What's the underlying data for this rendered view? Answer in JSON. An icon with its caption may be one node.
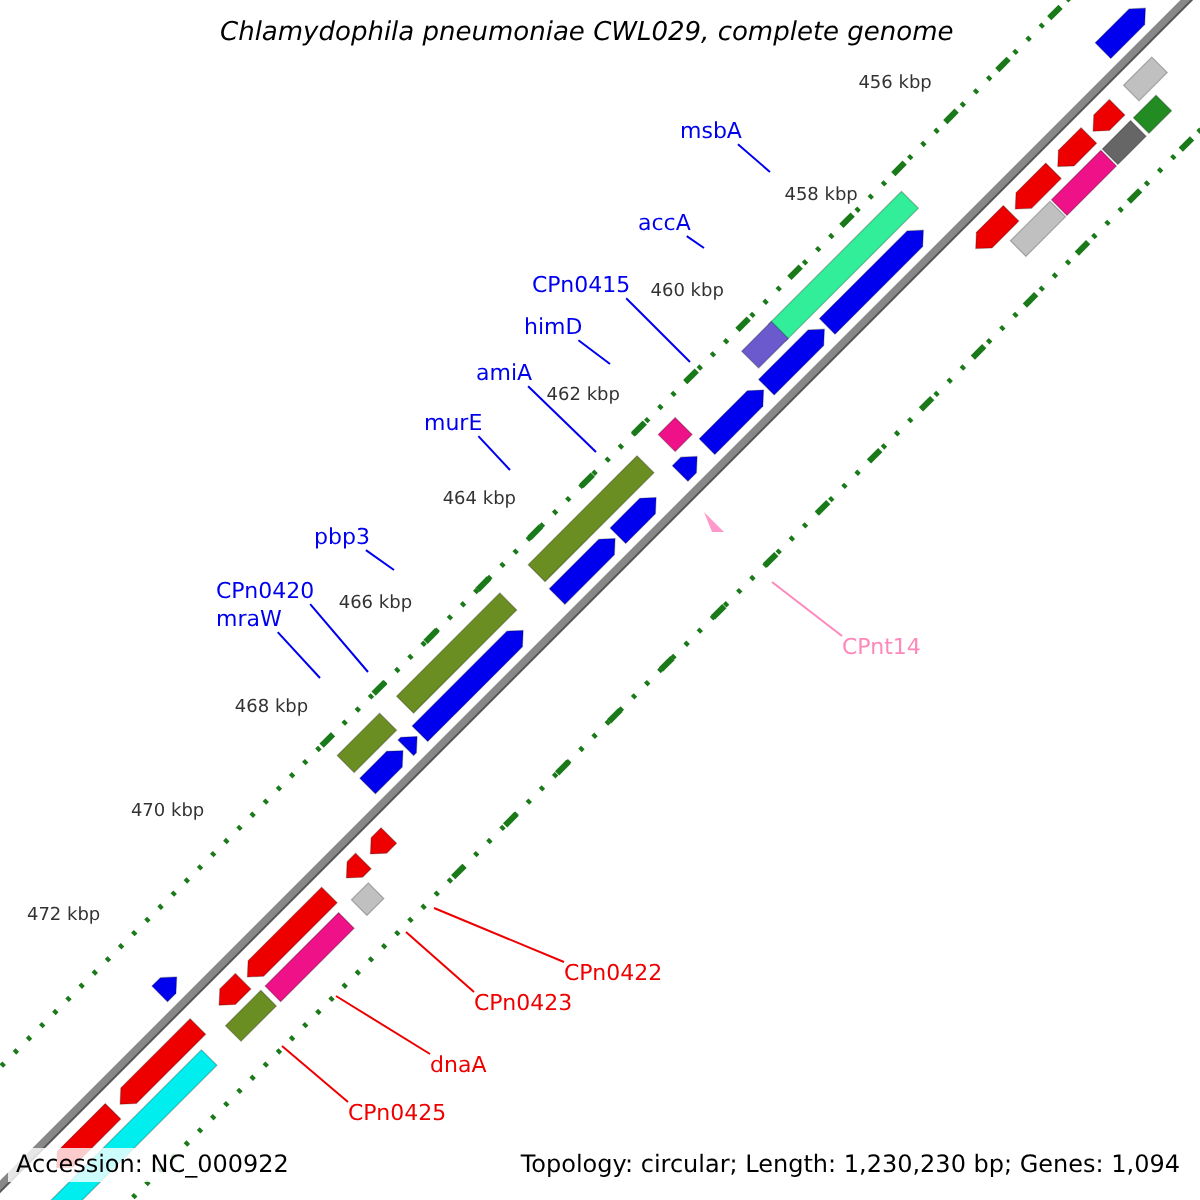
{
  "diagram": {
    "title": "Chlamydophila pneumoniae CWL029, complete genome",
    "nodes": [
      {
        "text": [
          "msbA"
        ]
      },
      {
        "text": [
          "accA"
        ]
      },
      {
        "text": [
          "CPn0415"
        ]
      },
      {
        "text": [
          "himD"
        ]
      },
      {
        "text": [
          "amiA"
        ]
      },
      {
        "text": [
          "murE"
        ]
      },
      {
        "text": [
          "pbp3"
        ]
      },
      {
        "text": [
          "CPn0420"
        ]
      },
      {
        "text": [
          "mraW"
        ]
      },
      {
        "text": [
          "CPnt14"
        ]
      },
      {
        "text": [
          "CPn0422"
        ]
      },
      {
        "text": [
          "CPn0423"
        ]
      },
      {
        "text": [
          "dnaA"
        ]
      },
      {
        "text": [
          "CPn0425"
        ]
      }
    ],
    "edges": [
      {
        "from": 0,
        "to": null,
        "arrow": "none"
      },
      {
        "from": 1,
        "to": null,
        "arrow": "none"
      },
      {
        "from": 2,
        "to": null,
        "arrow": "none"
      },
      {
        "from": 3,
        "to": null,
        "arrow": "none"
      },
      {
        "from": 4,
        "to": null,
        "arrow": "none"
      },
      {
        "from": 5,
        "to": null,
        "arrow": "none"
      },
      {
        "from": 6,
        "to": null,
        "arrow": "none"
      },
      {
        "from": 7,
        "to": null,
        "arrow": "none"
      },
      {
        "from": 8,
        "to": null,
        "arrow": "none"
      },
      {
        "from": 9,
        "to": null,
        "arrow": "none",
        "color": "#ff88bb"
      },
      {
        "from": 10,
        "to": null,
        "arrow": "none",
        "color": "#ee0000"
      },
      {
        "from": 11,
        "to": null,
        "arrow": "none",
        "color": "#ee0000"
      },
      {
        "from": 12,
        "to": null,
        "arrow": "none",
        "color": "#ee0000"
      },
      {
        "from": 13,
        "to": null,
        "arrow": "none",
        "color": "#ee0000"
      }
    ],
    "labels": [
      "456 kbp",
      "458 kbp",
      "460 kbp",
      "462 kbp",
      "464 kbp",
      "466 kbp",
      "468 kbp",
      "470 kbp",
      "472 kbp",
      "Accession: NC_000922",
      "Topology: circular; Length: 1,230,230 bp; Genes: 1,094"
    ]
  }
}
